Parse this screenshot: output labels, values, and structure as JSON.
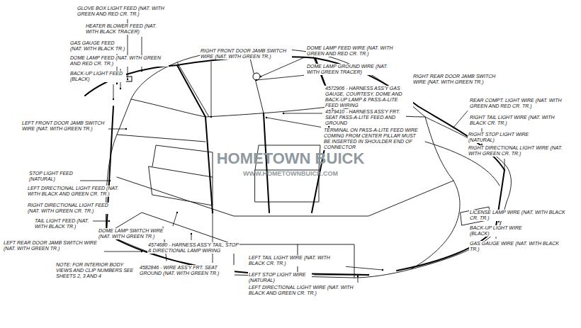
{
  "diagram": {
    "labels": [
      "GLOVE BOX LIGHT FEED (NAT. WITH GREEN AND RED CR. TR.)",
      "HEATER BLOWER FEED (NAT. WITH BLACK TRACER)",
      "GAS GAUGE FEED (NAT. WITH BLACK TR.)",
      "DOME LAMP FEED (NAT. WITH GREEN AND RED CR. TR.)",
      "BACK-UP LIGHT FEED (BLACK)",
      "LEFT FRONT DOOR JAMB SWITCH WIRE (NAT. WITH GREEN TR.)",
      "STOP LIGHT FEED (NATURAL)",
      "LEFT DIRECTIONAL LIGHT FEED (NAT. WITH BLACK AND GREEN CR. TR.)",
      "RIGHT DIRECTIONAL LIGHT FEED (NAT. WITH GREEN CR. TR.)",
      "TAIL LIGHT FEED (NAT. WITH BLACK TR.)",
      "DOME LAMP SWITCH WIRE (NAT. WITH GREEN TR.)",
      "LEFT REAR DOOR JAMB SWITCH WIRE (NAT. WITH GREEN TR.)",
      "4574680 - HARNESS ASS'Y TAIL, STOP & DIRECTIONAL LAMP WIRING",
      "4582846 - WIRE ASS'Y FRT. SEAT GROUND (NAT. WITH GREEN TR.)",
      "NOTE: FOR INTERIOR BODY VIEWS AND CLIP NUMBERS SEE SHEETS 2, 3 AND 4",
      "RIGHT FRONT DOOR JAMB SWITCH WIRE (NAT. WITH GREEN TR.)",
      "DOME LAMP FEED WIRE (NAT. WITH GREEN AND RED CR. TR.)",
      "DOME LAMP GROUND WIRE (NAT. WITH GREEN TRACER)",
      "RIGHT REAR DOOR JAMB SWITCH WIRE (NAT. WITH GREEN TR.)",
      "4572906 - HARNESS ASS'Y GAS GAUGE, COURTESY, DOME AND BACK-UP LAMP & PASS-A-LITE FEED WIRING",
      "4579410 - HARNESS ASS'Y FRT. SEAT PASS-A-LITE FEED AND GROUND",
      "TERMINAL ON PASS-A-LITE FEED WIRE COMING FROM CENTER PILLAR MUST BE INSERTED IN SHOULDER END OF CONNECTOR",
      "REAR COMPT. LIGHT WIRE (NAT. WITH GREEN AND RED CR. TR.)",
      "RIGHT TAIL LIGHT WIRE (NAT. WITH BLACK CR. TR.)",
      "RIGHT STOP LIGHT WIRE (NATURAL)",
      "RIGHT DIRECTIONAL LIGHT WIRE (NAT. WITH GREEN CR. TR.)",
      "LICENSE LAMP WIRE (NAT. WITH BLACK CR. TR.)",
      "BACK-UP LIGHT WIRE (BLACK)",
      "GAS GAUGE WIRE (NAT. WITH BLACK TR.)",
      "LEFT TAIL LIGHT WIRE (NAT. WITH BLACK CR. TR.)",
      "LEFT STOP LIGHT WIRE (NATURAL)",
      "LEFT DIRECTIONAL LIGHT WIRE (NAT. WITH BLACK AND GREEN CR. TR.)",
      "HOMETOWN BUICK",
      "WWW.HOMETOWNBUICK.COM"
    ]
  }
}
